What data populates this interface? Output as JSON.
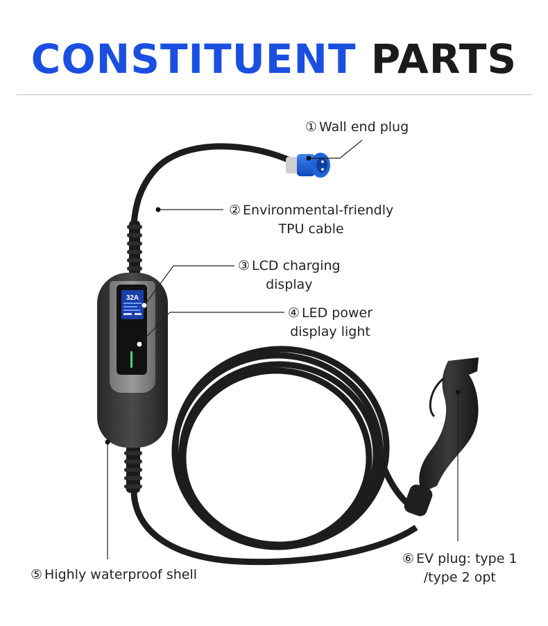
{
  "title": {
    "part1": "CONSTITUENT",
    "part2": "PARTS"
  },
  "colors": {
    "accent": "#1a4fe0",
    "title_dark": "#1b1b1b",
    "plug_blue": "#1c64d8",
    "cable": "#1d1d1d",
    "led": "#3ddc84"
  },
  "lcd": {
    "amps": "32A"
  },
  "parts": [
    {
      "num": "①",
      "line1": "Wall end plug",
      "line2": ""
    },
    {
      "num": "②",
      "line1": "Environmental-friendly",
      "line2": "TPU cable"
    },
    {
      "num": "③",
      "line1": "LCD charging",
      "line2": "display"
    },
    {
      "num": "④",
      "line1": "LED power",
      "line2": "display light"
    },
    {
      "num": "⑤",
      "line1": "Highly waterproof shell",
      "line2": ""
    },
    {
      "num": "⑥",
      "line1": "EV plug: type 1",
      "line2": "/type 2 opt"
    }
  ]
}
